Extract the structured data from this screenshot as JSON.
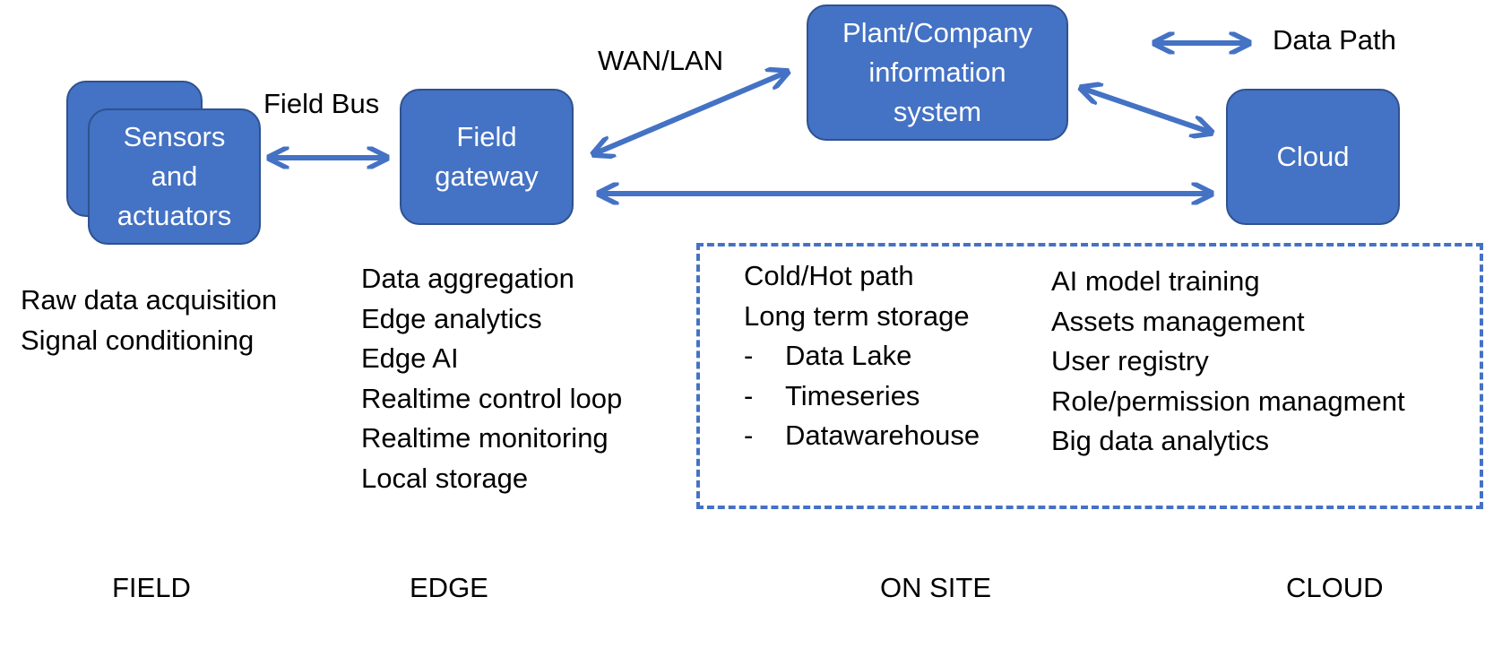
{
  "boxes": {
    "sensors": "Sensors\nand\nactuators",
    "gateway": "Field\ngateway",
    "plant": "Plant/Company\ninformation\nsystem",
    "cloud": "Cloud"
  },
  "connectors": {
    "field_bus": "Field Bus",
    "wan_lan": "WAN/LAN"
  },
  "legend": {
    "data_path": "Data Path"
  },
  "field_functions": [
    "Raw data acquisition",
    "Signal conditioning"
  ],
  "edge_functions": [
    "Data aggregation",
    "Edge analytics",
    "Edge AI",
    "Realtime control loop",
    "Realtime monitoring",
    "Local storage"
  ],
  "onsite_functions": {
    "col1": [
      "Cold/Hot path",
      "Long term storage"
    ],
    "col1_sub": [
      "Data Lake",
      "Timeseries",
      "Datawarehouse"
    ],
    "dash": "-",
    "col2": [
      "AI model training",
      "Assets management",
      "User registry",
      "Role/permission managment",
      "Big data analytics"
    ]
  },
  "tiers": {
    "field": "FIELD",
    "edge": "EDGE",
    "onsite": "ON SITE",
    "cloud": "CLOUD"
  },
  "colors": {
    "accent": "#4472c4",
    "box_border": "#2f528f"
  }
}
